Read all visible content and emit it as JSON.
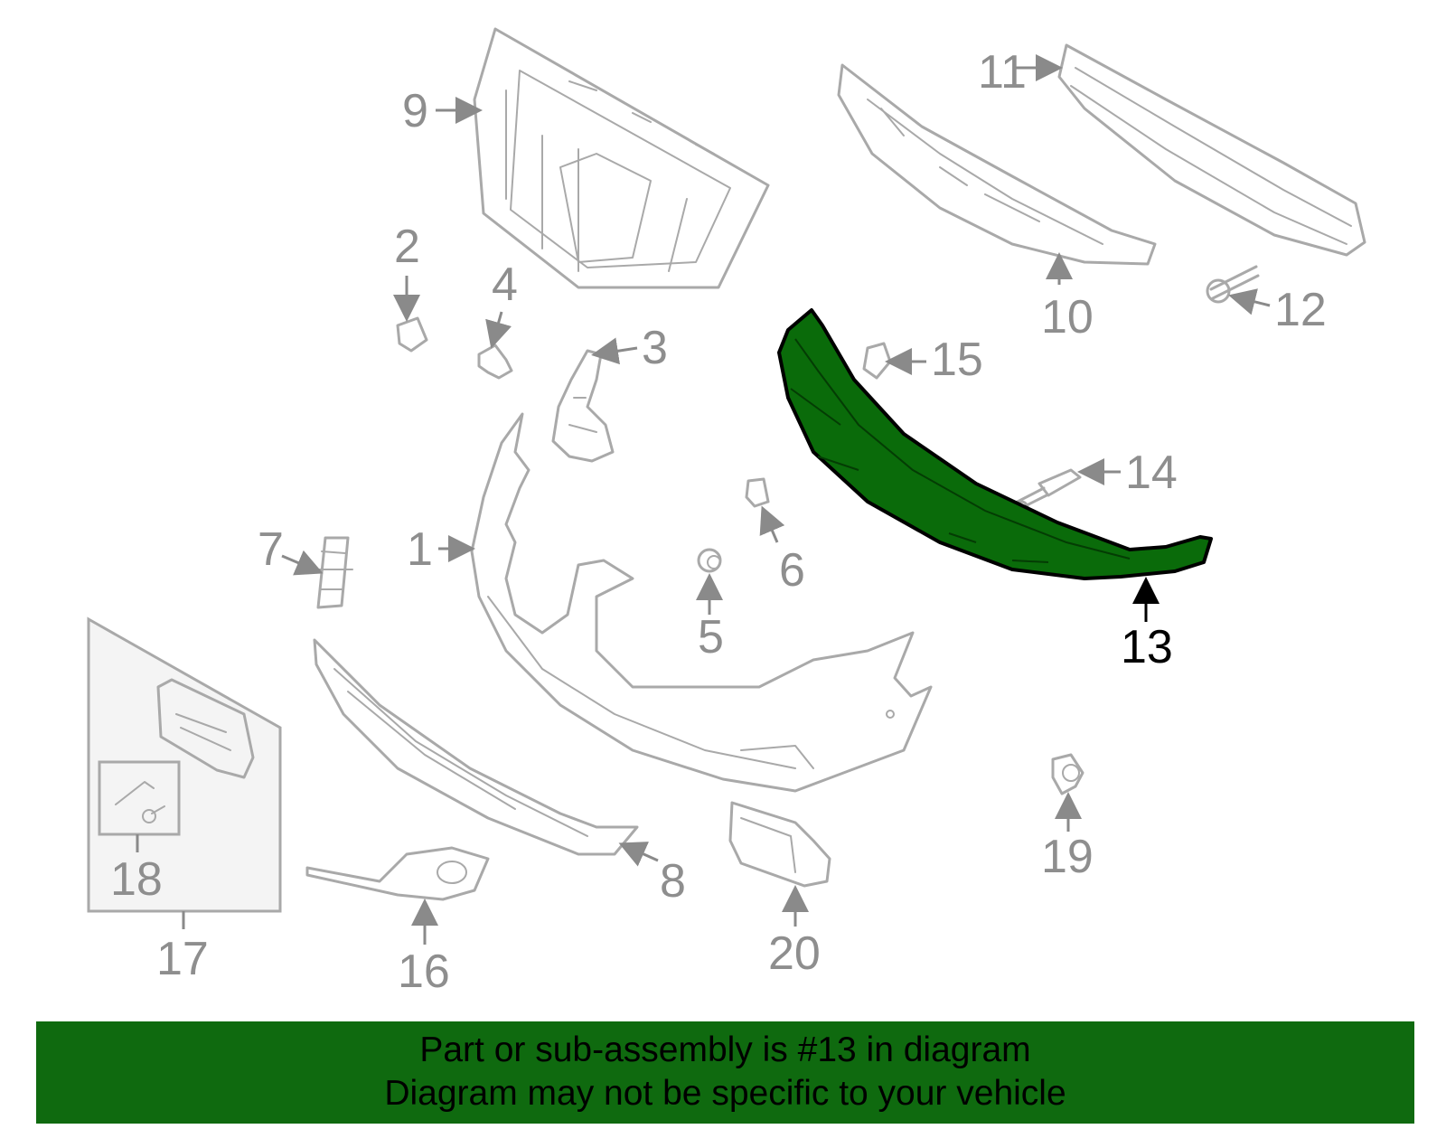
{
  "colors": {
    "highlight_fill": "#0a6b0a",
    "banner_bg": "#0f6a0f",
    "part_outline": "#a9a9a9",
    "label_gray": "#8e8e8e"
  },
  "callouts": {
    "c1": "1",
    "c2": "2",
    "c3": "3",
    "c4": "4",
    "c5": "5",
    "c6": "6",
    "c7": "7",
    "c8": "8",
    "c9": "9",
    "c10": "10",
    "c11": "11",
    "c12": "12",
    "c13": "13",
    "c14": "14",
    "c15": "15",
    "c16": "16",
    "c17": "17",
    "c18": "18",
    "c19": "19",
    "c20": "20"
  },
  "highlighted_part": "13",
  "banner": {
    "line1": "Part or sub-assembly is #13 in diagram",
    "line2": "Diagram may not be specific to your vehicle"
  }
}
